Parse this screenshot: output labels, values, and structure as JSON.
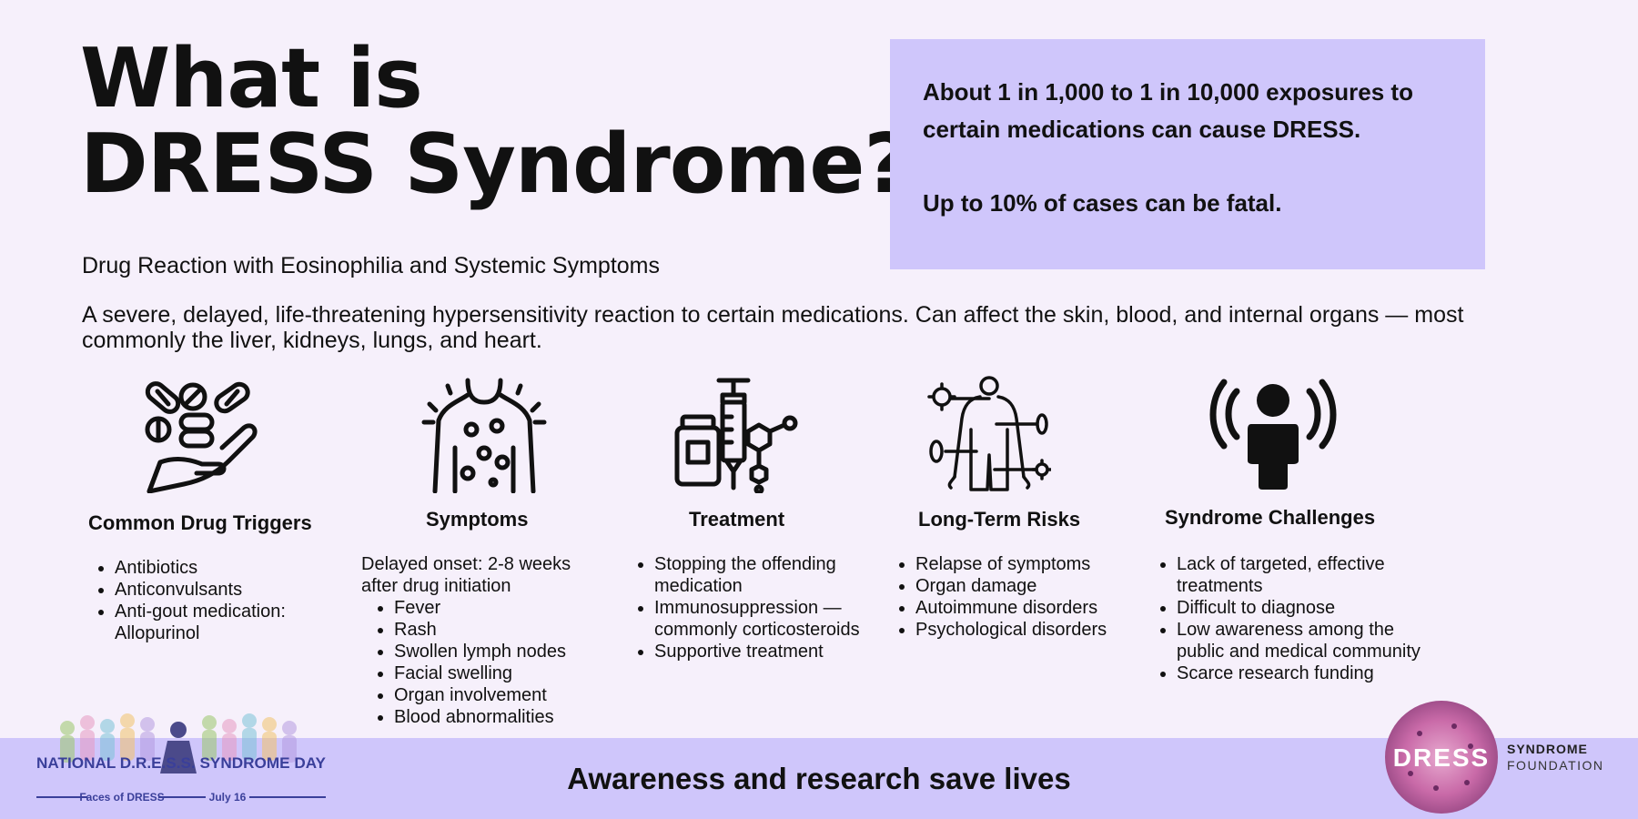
{
  "title": {
    "line1": "What is",
    "line2": "DRESS Syndrome?"
  },
  "stats": {
    "line1": "About 1 in 1,000 to 1 in 10,000 exposures to certain medications can cause DRESS.",
    "line2": "Up to 10% of cases can be fatal."
  },
  "subtitle": "Drug Reaction with Eosinophilia and Systemic Symptoms",
  "description": "A severe, delayed, life-threatening hypersensitivity reaction to certain medications. Can affect the skin, blood, and internal organs — most commonly the liver, kidneys, lungs, and heart.",
  "columns": {
    "triggers": {
      "icon": "hand-with-pills-icon",
      "heading": "Common Drug Triggers",
      "items": [
        "Antibiotics",
        "Anticonvulsants",
        "Anti-gout medication: Allopurinol"
      ]
    },
    "symptoms": {
      "icon": "body-rash-icon",
      "heading": "Symptoms",
      "onset": "Delayed onset: 2-8 weeks after drug initiation",
      "items": [
        "Fever",
        "Rash",
        "Swollen lymph nodes",
        "Facial swelling",
        "Organ involvement",
        "Blood abnormalities"
      ]
    },
    "treatment": {
      "icon": "medicine-syringe-icon",
      "heading": "Treatment",
      "items": [
        "Stopping the offending medication",
        "Immunosuppression — commonly corticosteroids",
        "Supportive treatment"
      ]
    },
    "risks": {
      "icon": "body-pathogens-icon",
      "heading": "Long-Term Risks",
      "items": [
        "Relapse of symptoms",
        "Organ damage",
        "Autoimmune disorders",
        "Psychological disorders"
      ]
    },
    "challenges": {
      "icon": "person-broadcast-icon",
      "heading": "Syndrome Challenges",
      "items": [
        "Lack of targeted, effective treatments",
        "Difficult to diagnose",
        "Low awareness among the public and medical community",
        "Scarce research funding"
      ]
    }
  },
  "footer": {
    "tagline": "Awareness and research save lives",
    "day_logo": {
      "name": "NATIONAL D.R.E.S.S. SYNDROME DAY",
      "sub_left": "Faces of DRESS",
      "sub_right": "July 16"
    },
    "foundation_logo": {
      "mark": "DRESS",
      "line1": "SYNDROME",
      "line2": "FOUNDATION"
    }
  },
  "colors": {
    "background": "#f6f0fb",
    "accent": "#cfc6fb",
    "text": "#111111",
    "brand_blue": "#3a3f9a"
  }
}
